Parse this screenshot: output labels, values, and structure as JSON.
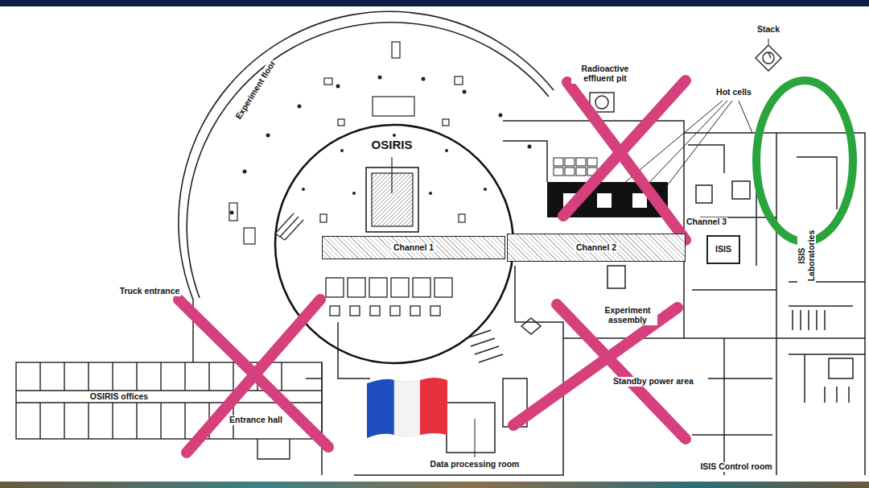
{
  "diagram": {
    "nodes": [
      {
        "text": [
          "Channel 1"
        ]
      },
      {
        "text": [
          "Channel 2"
        ]
      },
      {
        "text": [
          "ISIS"
        ]
      }
    ],
    "labels": [
      "Stack",
      "Radioactive effluent pit",
      "Hot cells",
      "Experiment floor",
      "OSIRIS",
      "Channel 3",
      "ISIS Laboratories",
      "Truck entrance",
      "Experiment assembly",
      "Standby power area",
      "OSIRIS offices",
      "Entrance hall",
      "Data processing room",
      "ISIS Control room"
    ]
  }
}
